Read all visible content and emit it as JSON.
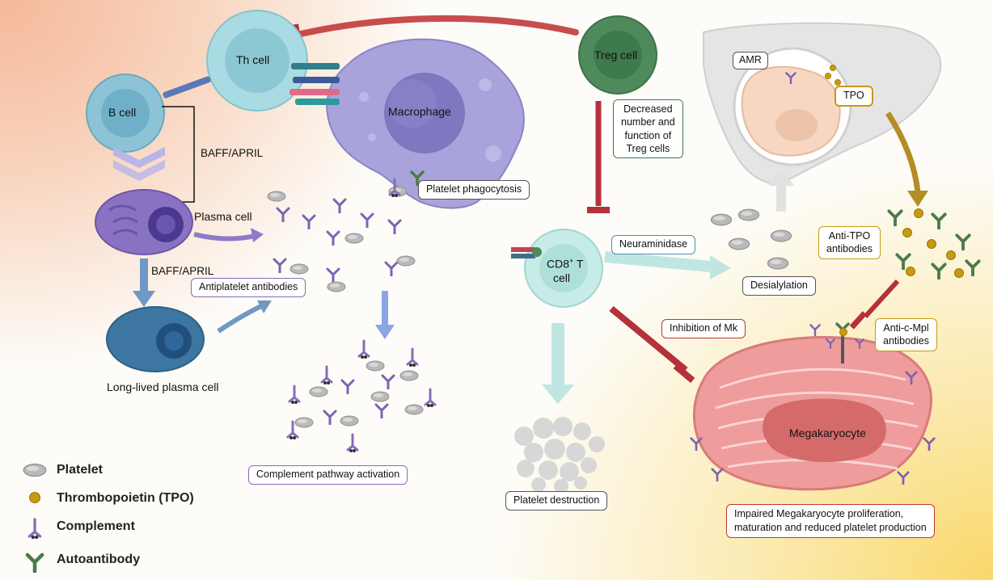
{
  "cells": {
    "th_cell": "Th cell",
    "b_cell": "B cell",
    "treg_cell": "Treg cell",
    "macrophage": "Macrophage",
    "plasma_cell": "Plasma cell",
    "long_lived_plasma_cell": "Long-lived plasma cell",
    "cd8_main": "CD8",
    "cd8_sup": "+",
    "cd8_t": " T",
    "cd8_cell": "cell",
    "megakaryocyte": "Megakaryocyte"
  },
  "labels": {
    "baff_april_1": "BAFF/APRIL",
    "baff_april_2": "BAFF/APRIL",
    "amr": "AMR",
    "tpo": "TPO"
  },
  "boxes": {
    "platelet_phagocytosis": "Platelet phagocytosis",
    "antiplatelet_antibodies": "Antiplatelet antibodies",
    "complement_pathway": "Complement pathway activation",
    "treg_decrease_1": "Decreased",
    "treg_decrease_2": "number and",
    "treg_decrease_3": "function of",
    "treg_decrease_4": "Treg cells",
    "neuraminidase": "Neuraminidase",
    "desialylation": "Desialylation",
    "anti_tpo_1": "Anti-TPO",
    "anti_tpo_2": "antibodies",
    "inhibition_mk": "Inhibition of Mk",
    "anti_cmpl_1": "Anti-c-Mpl",
    "anti_cmpl_2": "antibodies",
    "platelet_destruction": "Platelet destruction",
    "impaired_1": "Impaired Megakaryocyte proliferation,",
    "impaired_2": "maturation and reduced platelet production"
  },
  "legend": {
    "platelet": "Platelet",
    "tpo": "Thrombopoietin (TPO)",
    "complement": "Complement",
    "autoantibody": "Autoantibody"
  },
  "colors": {
    "inhibit_red": "#b5303a",
    "th_blue": "#a9dbe3",
    "b_blue": "#8cc3d6",
    "treg_green": "#4f8a5c",
    "macrophage_purple": "#a9a3dc",
    "plasma_purple": "#8a72c2",
    "cd8_teal": "#c7ebe7",
    "mk_red": "#e98b8b",
    "tpo_gold": "#c79a10",
    "antibody_green": "#4c7a4a",
    "complement_purple": "#8a6bb8"
  }
}
